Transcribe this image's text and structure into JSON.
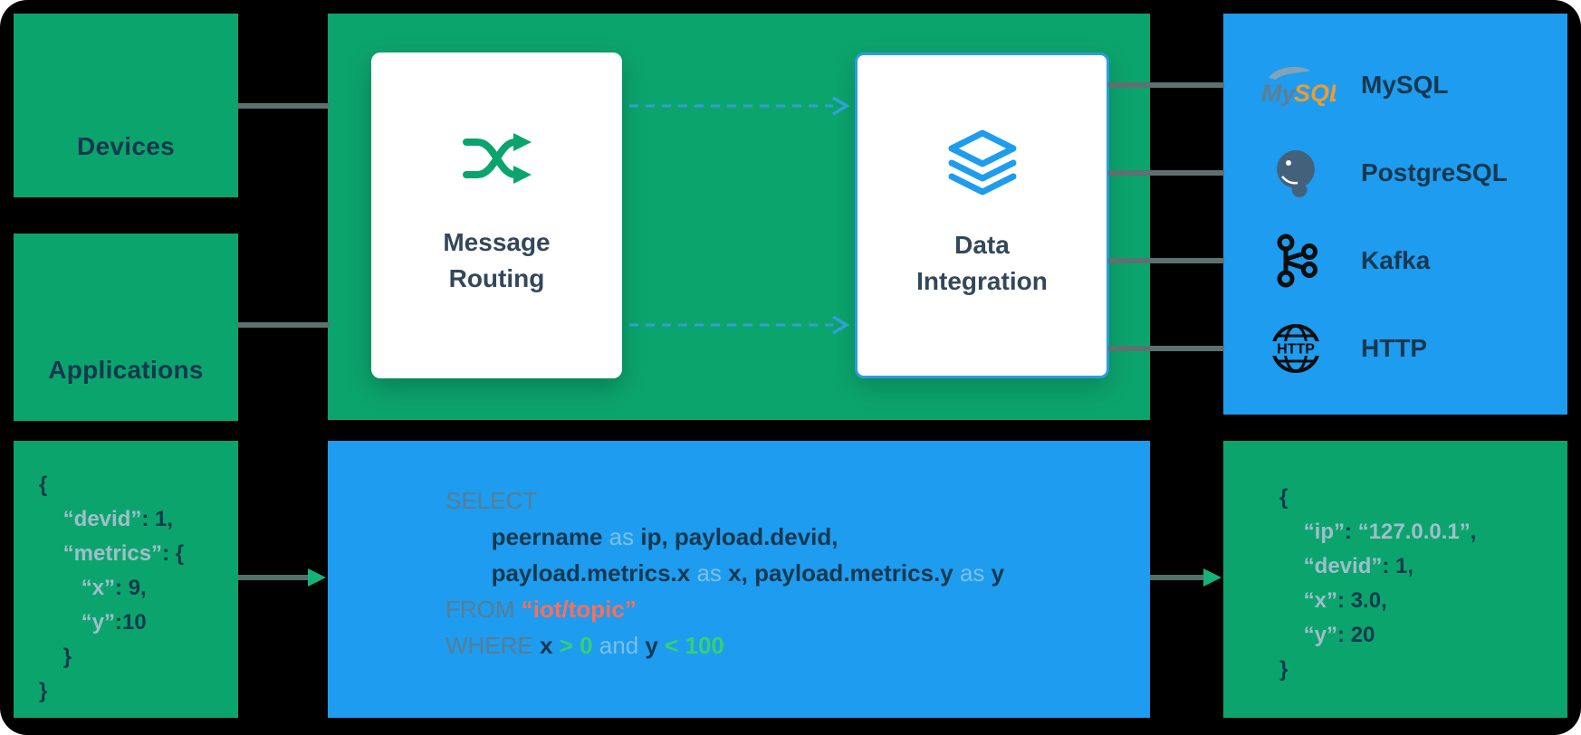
{
  "diagram": {
    "sources": {
      "devices_label": "Devices",
      "applications_label": "Applications"
    },
    "pipeline": {
      "message_routing": {
        "line1": "Message",
        "line2": "Routing"
      },
      "data_integration": {
        "line1": "Data",
        "line2": "Integration"
      }
    },
    "sinks": [
      {
        "label": "MySQL",
        "icon": "mysql-icon"
      },
      {
        "label": "PostgreSQL",
        "icon": "postgresql-icon"
      },
      {
        "label": "Kafka",
        "icon": "kafka-icon"
      },
      {
        "label": "HTTP",
        "icon": "http-icon"
      }
    ],
    "mysql_logo": {
      "my": "My",
      "sql": "SQL"
    },
    "http_icon_text": "HTTP"
  },
  "code": {
    "input_json": {
      "lines": [
        [
          {
            "c": "p",
            "t": "{"
          }
        ],
        [
          {
            "c": "p",
            "t": "    "
          },
          {
            "c": "key",
            "t": "“devid”"
          },
          {
            "c": "p",
            "t": ": 1,"
          }
        ],
        [
          {
            "c": "p",
            "t": "    "
          },
          {
            "c": "key",
            "t": "“metrics”"
          },
          {
            "c": "p",
            "t": ": {"
          }
        ],
        [
          {
            "c": "p",
            "t": "       "
          },
          {
            "c": "key",
            "t": "“x”"
          },
          {
            "c": "p",
            "t": ": 9,"
          }
        ],
        [
          {
            "c": "p",
            "t": "       "
          },
          {
            "c": "key",
            "t": "“y”"
          },
          {
            "c": "p",
            "t": ":10"
          }
        ],
        [
          {
            "c": "p",
            "t": "    }"
          }
        ],
        [
          {
            "c": "p",
            "t": "}"
          }
        ]
      ]
    },
    "sql": {
      "lines": [
        [
          {
            "c": "k",
            "t": "SELECT"
          }
        ],
        [
          {
            "c": "p",
            "t": "       "
          },
          {
            "c": "i",
            "t": "peername"
          },
          {
            "c": "a",
            "t": " as "
          },
          {
            "c": "i",
            "t": "ip, payload.devid,"
          }
        ],
        [
          {
            "c": "p",
            "t": "       "
          },
          {
            "c": "i",
            "t": "payload.metrics.x"
          },
          {
            "c": "a",
            "t": " as "
          },
          {
            "c": "i",
            "t": "x, payload.metrics.y"
          },
          {
            "c": "a",
            "t": " as "
          },
          {
            "c": "i",
            "t": "y"
          }
        ],
        [
          {
            "c": "k",
            "t": "FROM "
          },
          {
            "c": "s",
            "t": "“iot/topic”"
          }
        ],
        [
          {
            "c": "k",
            "t": "WHERE "
          },
          {
            "c": "i",
            "t": "x "
          },
          {
            "c": "n",
            "t": "> 0"
          },
          {
            "c": "a",
            "t": " and "
          },
          {
            "c": "i",
            "t": "y "
          },
          {
            "c": "n",
            "t": "< 100"
          }
        ]
      ]
    },
    "output_json": {
      "lines": [
        [
          {
            "c": "p",
            "t": "{"
          }
        ],
        [
          {
            "c": "p",
            "t": "    "
          },
          {
            "c": "key",
            "t": "“ip”"
          },
          {
            "c": "p",
            "t": ": "
          },
          {
            "c": "key",
            "t": "“127.0.0.1”"
          },
          {
            "c": "p",
            "t": ","
          }
        ],
        [
          {
            "c": "p",
            "t": "    "
          },
          {
            "c": "key",
            "t": "“devid”"
          },
          {
            "c": "p",
            "t": ": 1,"
          }
        ],
        [
          {
            "c": "p",
            "t": "    "
          },
          {
            "c": "key",
            "t": "“x”"
          },
          {
            "c": "p",
            "t": ": 3.0,"
          }
        ],
        [
          {
            "c": "p",
            "t": "    "
          },
          {
            "c": "key",
            "t": "“y”"
          },
          {
            "c": "p",
            "t": ": 20"
          }
        ],
        [
          {
            "c": "p",
            "t": "}"
          }
        ]
      ]
    }
  },
  "colors": {
    "green": "#0CA46D",
    "blue": "#1E9CEF",
    "dark_text": "#14384E",
    "json_key": "#9FBECB",
    "sql_keyword": "#5A7D92",
    "sql_as_and": "#7CC0EA",
    "sql_string": "#FF6E56",
    "sql_number_op": "#35D073",
    "connector_gray": "#5C7170",
    "arrow_green": "#15B377",
    "dashed_blue": "#2FA0D8"
  }
}
